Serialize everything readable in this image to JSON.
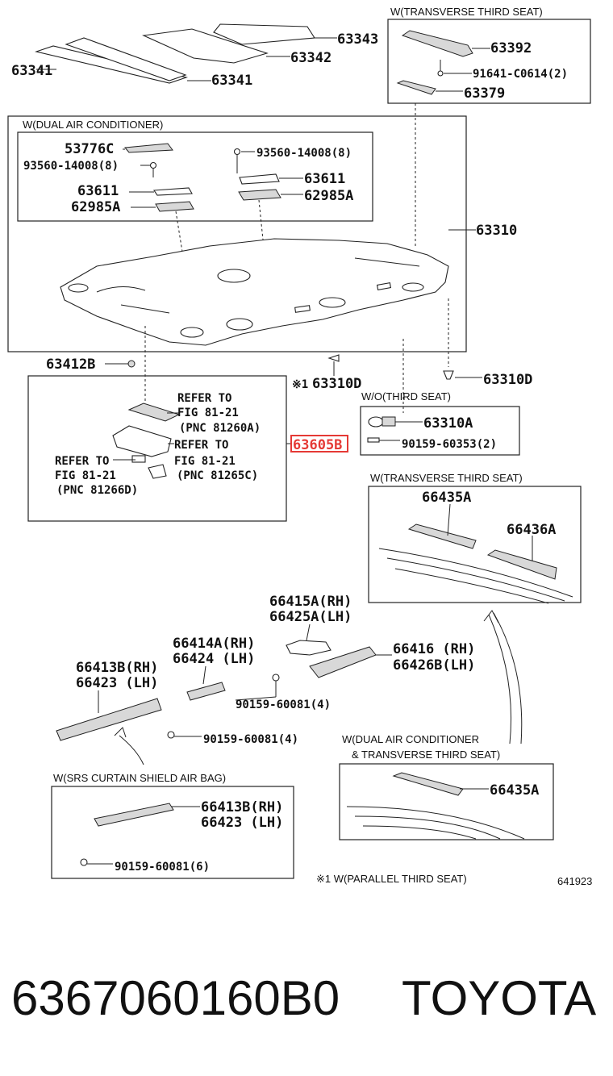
{
  "captions": {
    "transverse_top": "W(TRANSVERSE THIRD SEAT)",
    "dual_ac": "W(DUAL AIR CONDITIONER)",
    "wo_third": "W/O(THIRD SEAT)",
    "transverse_mid": "W(TRANSVERSE THIRD SEAT)",
    "dual_ac_transverse_1": "W(DUAL AIR CONDITIONER",
    "dual_ac_transverse_2": "& TRANSVERSE THIRD SEAT)",
    "srs": "W(SRS CURTAIN SHIELD AIR BAG)",
    "footnote": "※1 W(PARALLEL THIRD SEAT)",
    "diagram_no": "641923"
  },
  "labels": {
    "p63343": "63343",
    "p63342": "63342",
    "p63341a": "63341",
    "p63341b": "63341",
    "p63392": "63392",
    "p91641": "91641-C0614(2)",
    "p63379": "63379",
    "p53776c": "53776C",
    "p93560a": "93560-14008(8)",
    "p93560b": "93560-14008(8)",
    "p63611a": "63611",
    "p63611b": "63611",
    "p62985a_l": "62985A",
    "p62985a_r": "62985A",
    "p63310": "63310",
    "p63412b": "63412B",
    "p63310d_l": "63310D",
    "p63310d_mark": "※1",
    "p63310d_r": "63310D",
    "refer1_1": "REFER TO",
    "refer1_2": "FIG 81-21",
    "refer1_3": "(PNC 81260A)",
    "refer2_1": "REFER TO",
    "refer2_2": "FIG 81-21",
    "refer2_3": "(PNC 81265C)",
    "refer3_1": "REFER TO",
    "refer3_2": "FIG 81-21",
    "refer3_3": "(PNC 81266D)",
    "p63605b": "63605B",
    "p63310a": "63310A",
    "p90159_2": "90159-60353(2)",
    "p66435a_t": "66435A",
    "p66436a": "66436A",
    "p66415a": "66415A(RH)",
    "p66425a": "66425A(LH)",
    "p66414a": "66414A(RH)",
    "p66424": "66424 (LH)",
    "p66416": "66416 (RH)",
    "p66426b": "66426B(LH)",
    "p66413b": "66413B(RH)",
    "p66423": "66423 (LH)",
    "p90159_4a": "90159-60081(4)",
    "p90159_4b": "90159-60081(4)",
    "p66435a_b": "66435A",
    "p66413b_s": "66413B(RH)",
    "p66423_s": "66423 (LH)",
    "p90159_6": "90159-60081(6)"
  },
  "footer": {
    "part_number": "6367060160B0",
    "brand": "TOYOTA"
  },
  "colors": {
    "highlight": "#e53935",
    "ink": "#222222"
  }
}
